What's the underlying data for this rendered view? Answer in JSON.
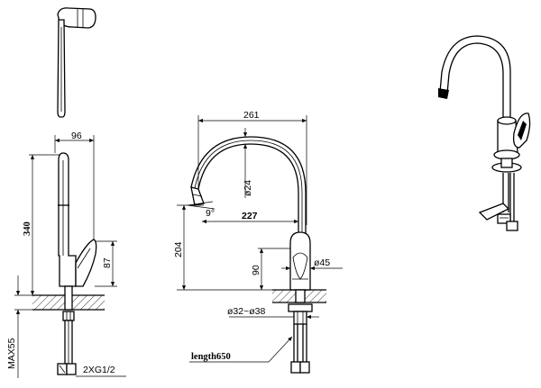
{
  "dimensions": {
    "side_width": "96",
    "side_height": "340",
    "side_handle_height": "87",
    "thread": "2XG1/2",
    "max_thickness": "MAX55",
    "front_span": "261",
    "front_reach": "227",
    "front_spout_height": "204",
    "front_tube_dia": "ø24",
    "front_angle": "9°",
    "front_body_height": "90",
    "front_body_dia": "ø45",
    "front_hole_dia": "ø32~ø38",
    "hose_length": "length650"
  }
}
